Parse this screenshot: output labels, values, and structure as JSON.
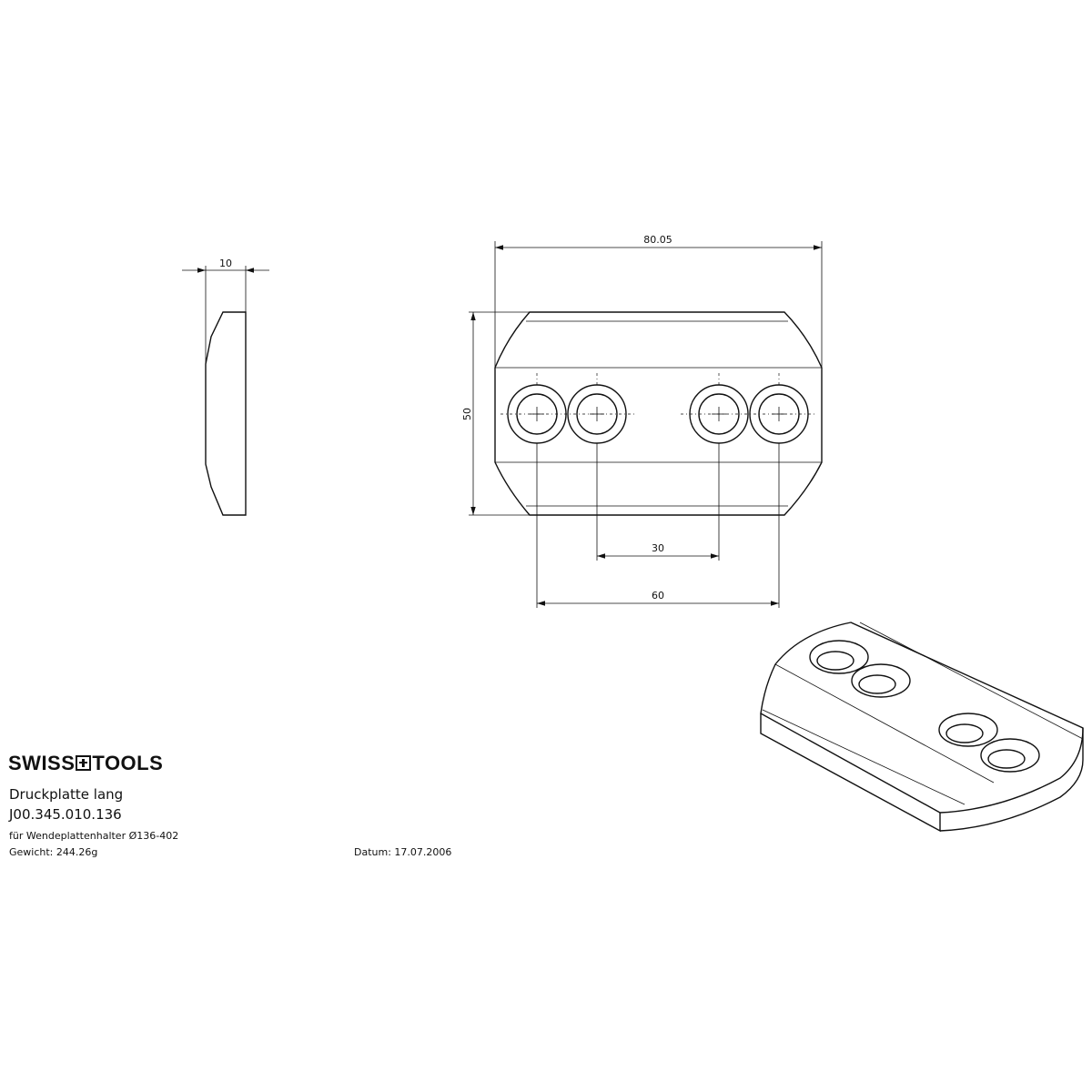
{
  "brand": {
    "logo_left": "SWISS",
    "logo_right": "TOOLS",
    "logo_symbol": "swiss-cross-icon"
  },
  "title_block": {
    "name": "Druckplatte lang",
    "number": "J00.345.010.136",
    "for": "für Wendeplattenhalter Ø136-402",
    "weight": "Gewicht: 244.26g",
    "date": "Datum: 17.07.2006"
  },
  "dimensions": {
    "width": "80.05",
    "height": "50",
    "thickness": "10",
    "inner_hole_spacing": "30",
    "outer_hole_spacing": "60"
  }
}
